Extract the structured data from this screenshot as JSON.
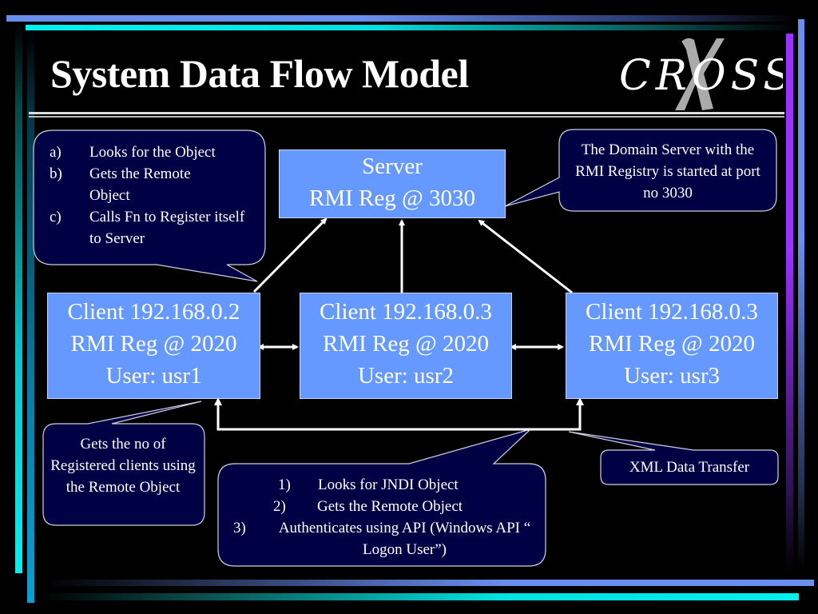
{
  "slide": {
    "title": "System Data Flow Model",
    "logo": {
      "text": "CROSS",
      "mark": "X"
    },
    "colors": {
      "background": "#000000",
      "node_fill": "#6699ff",
      "callout_fill": "#000044",
      "accent_blue": "#6699ff",
      "accent_cyan": "#00e5e5",
      "accent_purple": "#9933ff"
    }
  },
  "nodes": {
    "server": {
      "line1": "Server",
      "line2": "RMI Reg @ 3030"
    },
    "client1": {
      "line1": "Client 192.168.0.2",
      "line2": "RMI Reg @ 2020",
      "line3": "User:  usr1"
    },
    "client2": {
      "line1": "Client 192.168.0.3",
      "line2": "RMI Reg @ 2020",
      "line3": "User:  usr2"
    },
    "client3": {
      "line1": "Client 192.168.0.3",
      "line2": "RMI Reg @ 2020",
      "line3": "User:  usr3"
    }
  },
  "callouts": {
    "register": {
      "items": [
        {
          "marker": "a)",
          "text": "Looks for the Object"
        },
        {
          "marker": "b)",
          "text": "Gets the Remote Object"
        },
        {
          "marker": "c)",
          "text": "Calls Fn to Register itself to Server"
        }
      ]
    },
    "domain_server": {
      "text": "The Domain Server  with the RMI Registry is started at port no 3030"
    },
    "client_count": {
      "text": "Gets the no of Registered clients using the Remote Object"
    },
    "authenticate": {
      "items": [
        {
          "marker": "1)",
          "text": "Looks for JNDI Object"
        },
        {
          "marker": "2)",
          "text": "Gets the Remote Object"
        },
        {
          "marker": "3)",
          "text": "Authenticates using API (Windows API “ Logon User”)"
        }
      ]
    },
    "xml_transfer": {
      "text": "XML Data Transfer"
    }
  }
}
